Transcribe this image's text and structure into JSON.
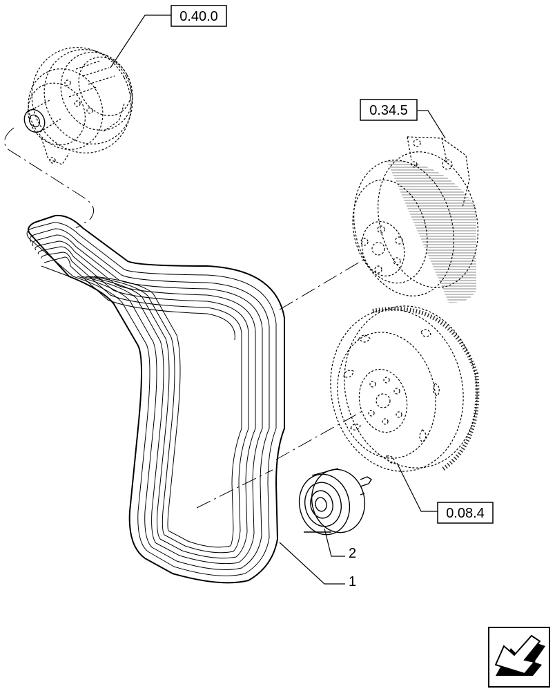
{
  "diagram": {
    "references": {
      "alternator": "0.40.0",
      "water_pump": "0.34.5",
      "crankshaft_pulley": "0.08.4"
    },
    "items": {
      "belt": "1",
      "idler": "2"
    },
    "nav_icon": "arrow-down-left-icon"
  }
}
